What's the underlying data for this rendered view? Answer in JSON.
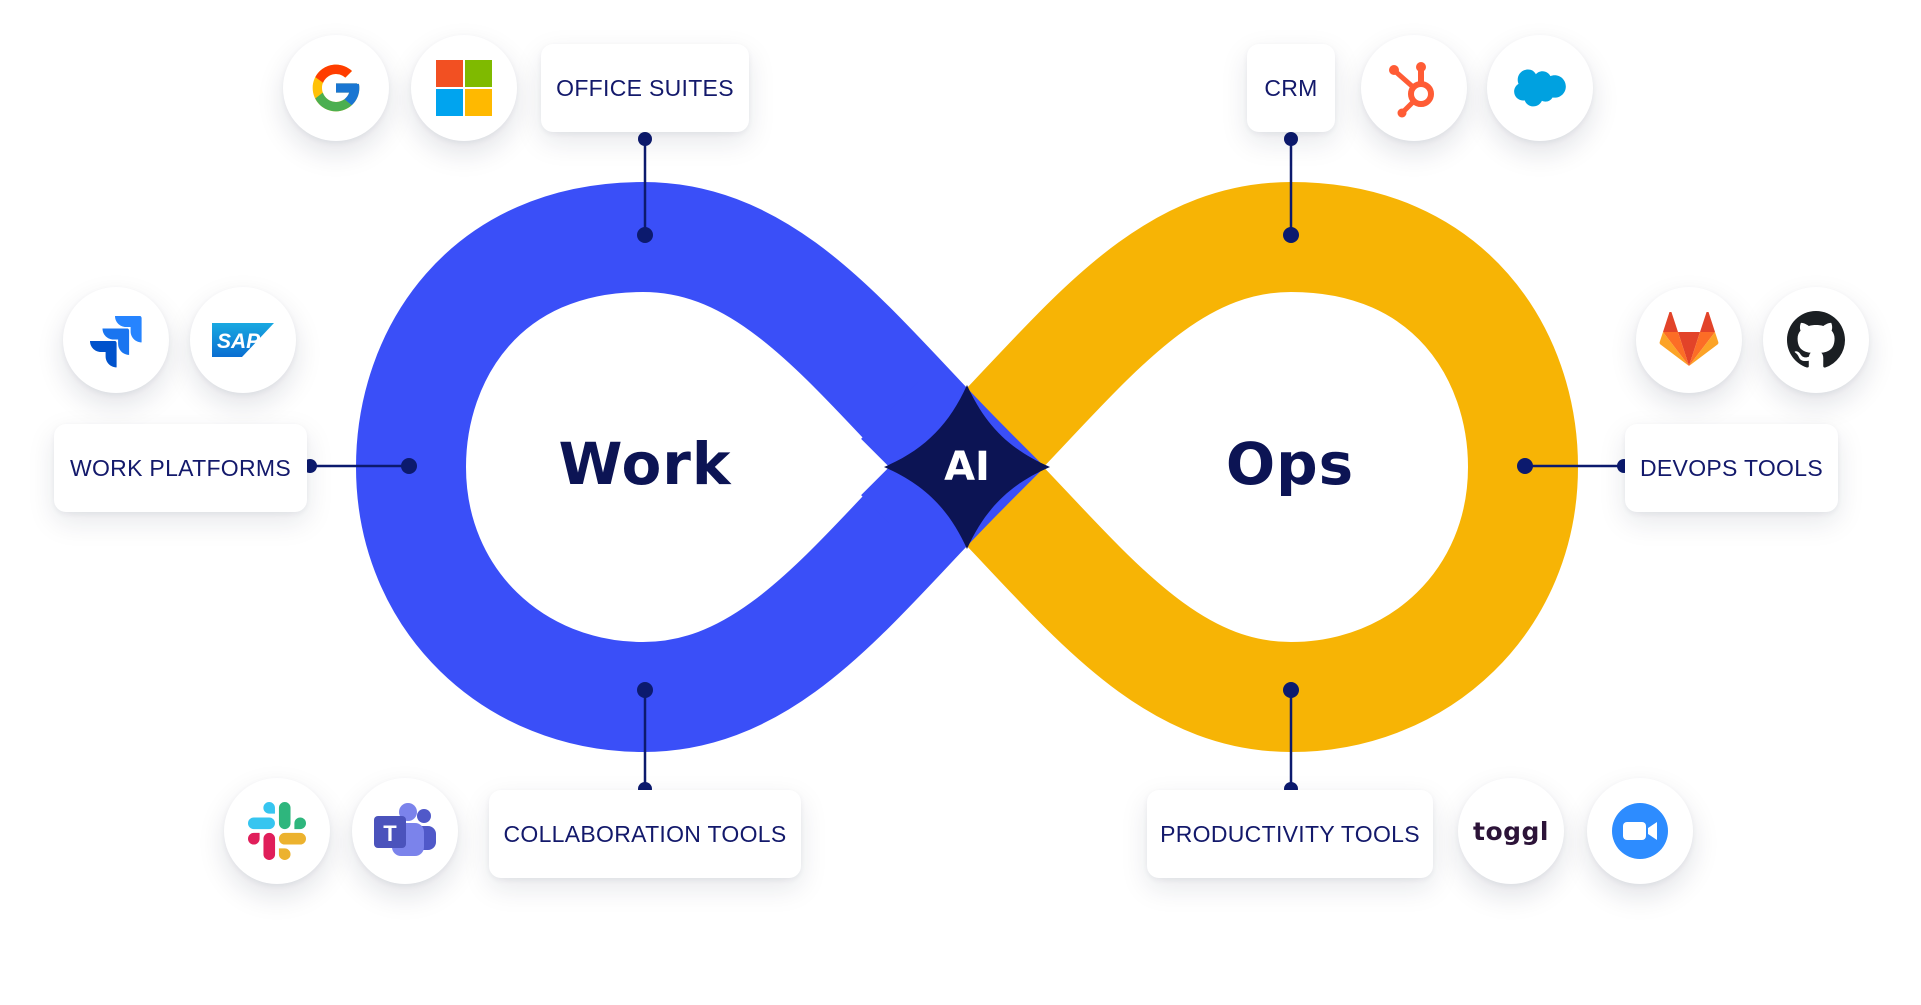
{
  "loop": {
    "left_label": "Work",
    "right_label": "Ops",
    "center_label": "AI",
    "left_color": "#3a4ff8",
    "right_color": "#f7b405",
    "hub_color": "#0c1454",
    "connector_color": "#0c1a6e"
  },
  "categories": {
    "office_suites": "OFFICE SUITES",
    "work_platforms": "WORK PLATFORMS",
    "collaboration_tools": "COLLABORATION TOOLS",
    "crm": "CRM",
    "devops_tools": "DEVOPS TOOLS",
    "productivity_tools": "PRODUCTIVITY TOOLS"
  },
  "logos": {
    "toggl_text": "toggl",
    "sap_text": "SAP",
    "teams_letter": "T"
  },
  "icons": {
    "office_suites": [
      "google-icon",
      "microsoft-icon"
    ],
    "work_platforms": [
      "jira-icon",
      "sap-icon"
    ],
    "collaboration_tools": [
      "slack-icon",
      "teams-icon"
    ],
    "crm": [
      "hubspot-icon",
      "salesforce-icon"
    ],
    "devops_tools": [
      "gitlab-icon",
      "github-icon"
    ],
    "productivity_tools": [
      "toggl-icon",
      "zoom-icon"
    ]
  }
}
